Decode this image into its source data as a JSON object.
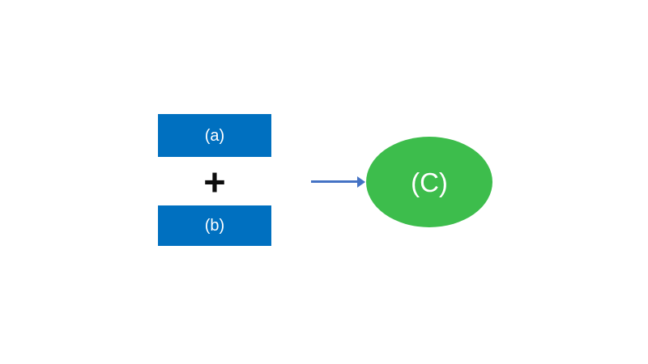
{
  "slide": {
    "background": "#ffffff"
  },
  "shapes": {
    "box_a": {
      "label": "(a)",
      "fill": "#0070C0",
      "text_color": "#ffffff"
    },
    "box_b": {
      "label": "(b)",
      "fill": "#0070C0",
      "text_color": "#ffffff"
    },
    "plus": {
      "symbol": "+",
      "color": "#0d0d0d"
    },
    "arrow": {
      "color": "#4472C4"
    },
    "ellipse_c": {
      "label": "(C)",
      "fill": "#3DBD4C",
      "text_color": "#ffffff"
    }
  }
}
